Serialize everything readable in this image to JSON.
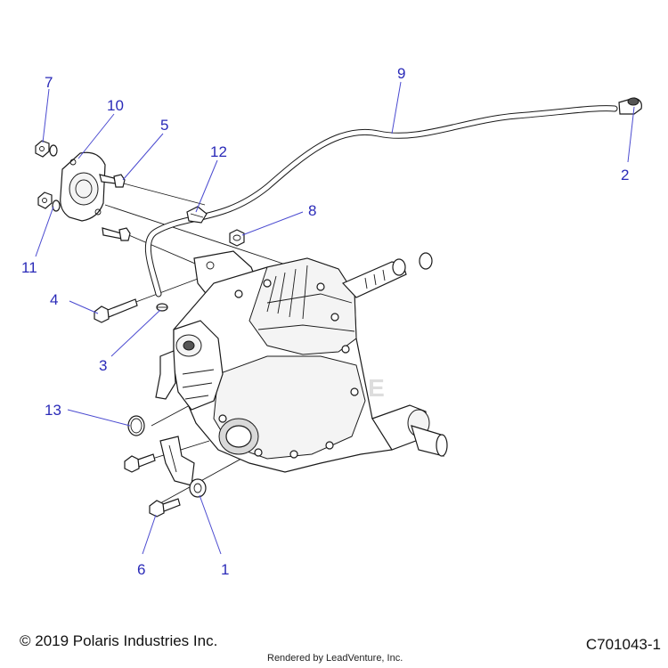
{
  "callouts": {
    "c1": "1",
    "c2": "2",
    "c3": "3",
    "c4": "4",
    "c5": "5",
    "c6": "6",
    "c7": "7",
    "c8": "8",
    "c9": "9",
    "c10": "10",
    "c11": "11",
    "c12": "12",
    "c13": "13"
  },
  "footer": {
    "copyright": "© 2019 Polaris Industries Inc.",
    "diagram_code": "C701043-1",
    "render_credit": "Rendered by LeadVenture, Inc."
  },
  "watermark": "VENTURE",
  "colors": {
    "callout": "#2a2ab8",
    "line_art": "#1a1a1a",
    "background": "#ffffff"
  }
}
